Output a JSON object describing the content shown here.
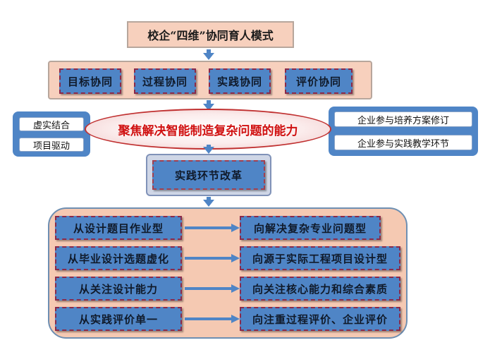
{
  "title": "校企“四维”协同育人模式",
  "dimensions": [
    "目标协同",
    "过程协同",
    "实践协同",
    "评价协同"
  ],
  "focus": "聚焦解决智能制造复杂问题的能力",
  "left_items": [
    "虚实结合",
    "项目驱动"
  ],
  "right_items": [
    "企业参与培养方案修订",
    "企业参与实践教学环节"
  ],
  "reform": "实践环节改革",
  "transitions": [
    {
      "from": "从设计题目作业型",
      "to": "向解决复杂专业问题型"
    },
    {
      "from": "从毕业设计选题虚化",
      "to": "向源于实际工程项目设计型"
    },
    {
      "from": "从关注设计能力",
      "to": "向关注核心能力和综合素质"
    },
    {
      "from": "从实践评价单一",
      "to": "向注重过程评价、企业评价"
    }
  ],
  "colors": {
    "accent_blue": "#4f85c6",
    "peach": "#f7d0bd",
    "focus_red": "#d01010"
  }
}
